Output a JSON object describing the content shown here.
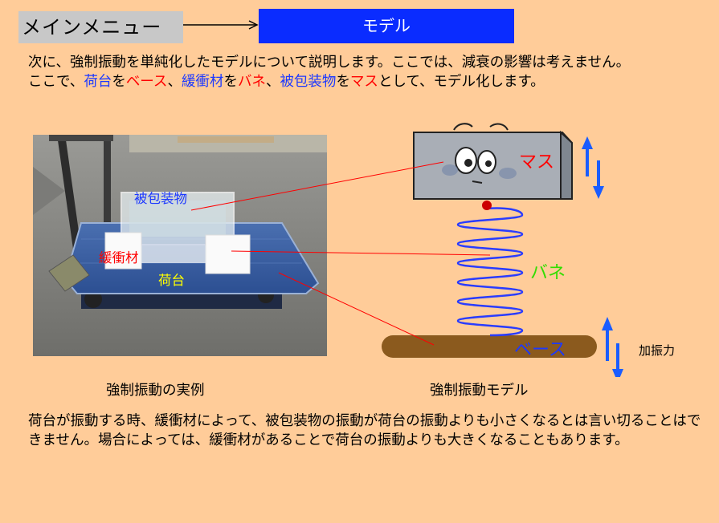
{
  "menu": {
    "label": "メインメニュー"
  },
  "header": {
    "title": "モデル"
  },
  "intro": {
    "line1": "次に、強制振動を単純化したモデルについて説明します。ここでは、減衰の影響は考えません。",
    "p2_start": "ここで、",
    "term_cargo": "荷台",
    "particle_wo": "を",
    "term_base": "ベース",
    "comma": "、",
    "term_cushion": "緩衝材",
    "term_spring": "バネ",
    "term_package": "被包装物",
    "term_mass": "マス",
    "p2_end": "として、モデル化します。"
  },
  "photo": {
    "label_package": "被包装物",
    "label_cushion": "緩衝材",
    "label_cargo": "荷台",
    "caption": "強制振動の実例"
  },
  "model": {
    "label_mass": "マス",
    "label_spring": "バネ",
    "label_base": "ベース",
    "force_label": "加振力",
    "caption": "強制振動モデル"
  },
  "bottom_text": "荷台が振動する時、緩衝材によって、被包装物の振動が荷台の振動よりも小さくなるとは言い切ることはできません。場合によっては、緩衝材があることで荷台の振動よりも大きくなることもあります。",
  "colors": {
    "background": "#ffcc99",
    "title_bg": "#0a2cff",
    "menu_bg": "#c8c8c8",
    "blue_term": "#1d39ff",
    "red_term": "#ff0000",
    "spring": "#2a3cff",
    "base": "#8b5a1e",
    "spring_label": "#33dd00",
    "cargo_label": "#ffff00"
  }
}
